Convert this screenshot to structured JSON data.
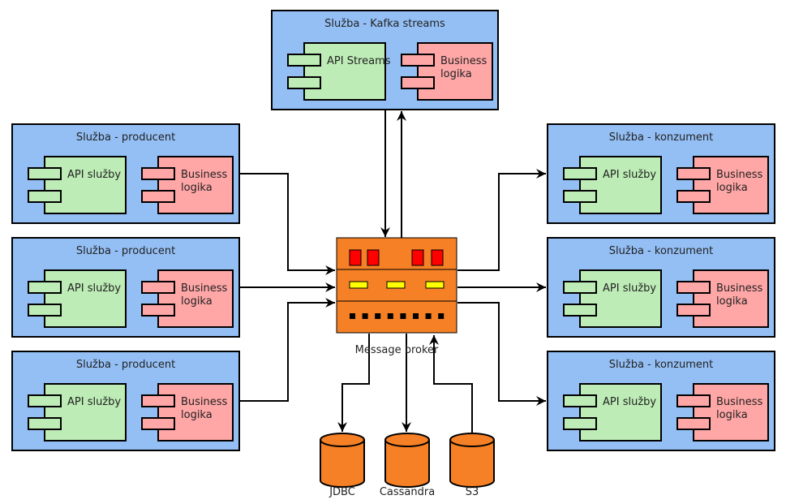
{
  "colors": {
    "service_bg": "#94bff5",
    "api_component": "#bdecb6",
    "business_component": "#ffa6a6",
    "broker": "#f58025",
    "broker_red": "#ff0000",
    "broker_yellow": "#ffff00",
    "database": "#f58025",
    "stroke": "#000000"
  },
  "kafka_streams_service": {
    "title": "Služba - Kafka streams",
    "api_label": "API Streams",
    "business_label_line1": "Business",
    "business_label_line2": "logika"
  },
  "producers": [
    {
      "title": "Služba - producent",
      "api_label": "API služby",
      "business_label_line1": "Business",
      "business_label_line2": "logika"
    },
    {
      "title": "Služba - producent",
      "api_label": "API služby",
      "business_label_line1": "Business",
      "business_label_line2": "logika"
    },
    {
      "title": "Služba - producent",
      "api_label": "API služby",
      "business_label_line1": "Business",
      "business_label_line2": "logika"
    }
  ],
  "consumers": [
    {
      "title": "Služba - konzument",
      "api_label": "API služby",
      "business_label_line1": "Business",
      "business_label_line2": "logika"
    },
    {
      "title": "Služba - konzument",
      "api_label": "API služby",
      "business_label_line1": "Business",
      "business_label_line2": "logika"
    },
    {
      "title": "Služba - konzument",
      "api_label": "API služby",
      "business_label_line1": "Business",
      "business_label_line2": "logika"
    }
  ],
  "broker": {
    "label": "Message broker"
  },
  "databases": [
    {
      "label": "JDBC"
    },
    {
      "label": "Cassandra"
    },
    {
      "label": "S3"
    }
  ]
}
